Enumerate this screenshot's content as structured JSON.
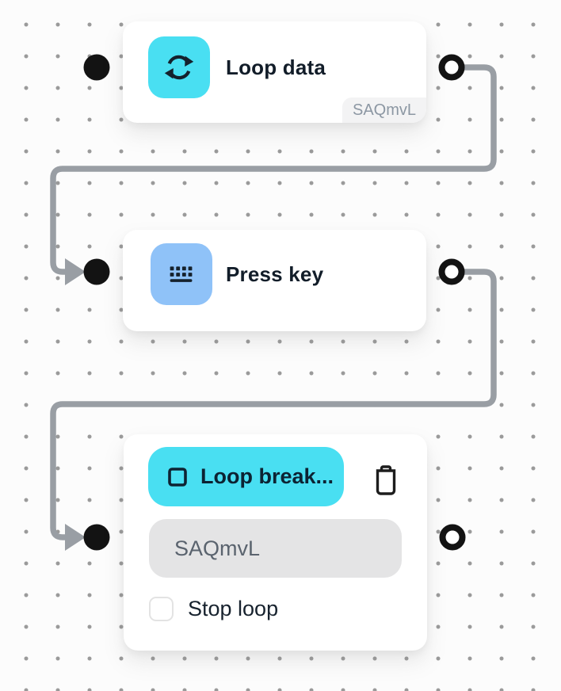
{
  "colors": {
    "accent-cyan": "#49dff2",
    "accent-blue": "#8fc2f8",
    "wire-gray": "#999ea4",
    "handle-black": "#131313",
    "card-white": "#ffffff",
    "badge-bg": "#f3f3f4",
    "badge-text": "#8c97a3",
    "field-bg": "#e4e4e5",
    "field-text": "#5a636e",
    "title-text": "#121d29",
    "canvas-bg": "#fcfcfc",
    "dot-gray": "#9a9a9a"
  },
  "nodes": {
    "loop_data": {
      "title": "Loop data",
      "badge": "SAQmvL",
      "icon": "sync-loop-icon"
    },
    "press_key": {
      "title": "Press key",
      "icon": "keyboard-icon"
    },
    "loop_break": {
      "title": "Loop break...",
      "icon": "stop-square-icon",
      "delete_icon": "trash-icon",
      "field_value": "SAQmvL",
      "checkbox_label": "Stop loop",
      "checkbox_checked": false
    }
  }
}
